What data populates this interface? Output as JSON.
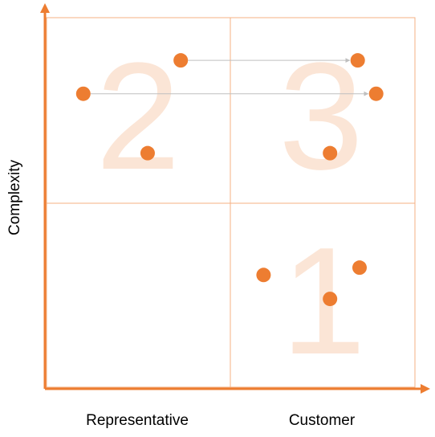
{
  "colors": {
    "accent": "#ED7D31",
    "grid": "#F4B183",
    "watermark": "#FBE5D6",
    "arrow": "#BFBFBF"
  },
  "axes": {
    "x_left_label": "Representative",
    "x_right_label": "Customer",
    "y_label": "Complexity"
  },
  "quadrants": {
    "top_left": "2",
    "top_right": "3",
    "bottom_right": "1"
  },
  "points": [
    {
      "quadrant": "top_left",
      "x": 0.73,
      "y": 0.77
    },
    {
      "quadrant": "top_left",
      "x": 0.2,
      "y": 0.59
    },
    {
      "quadrant": "top_left",
      "x": 0.55,
      "y": 0.27
    },
    {
      "quadrant": "top_right",
      "x": 0.69,
      "y": 0.77
    },
    {
      "quadrant": "top_right",
      "x": 0.79,
      "y": 0.59
    },
    {
      "quadrant": "top_right",
      "x": 0.54,
      "y": 0.27
    },
    {
      "quadrant": "bottom_right",
      "x": 0.18,
      "y": 0.61
    },
    {
      "quadrant": "bottom_right",
      "x": 0.7,
      "y": 0.65
    },
    {
      "quadrant": "bottom_right",
      "x": 0.54,
      "y": 0.48
    }
  ],
  "arrows": [
    {
      "from": 0,
      "to": 3
    },
    {
      "from": 1,
      "to": 4
    }
  ]
}
